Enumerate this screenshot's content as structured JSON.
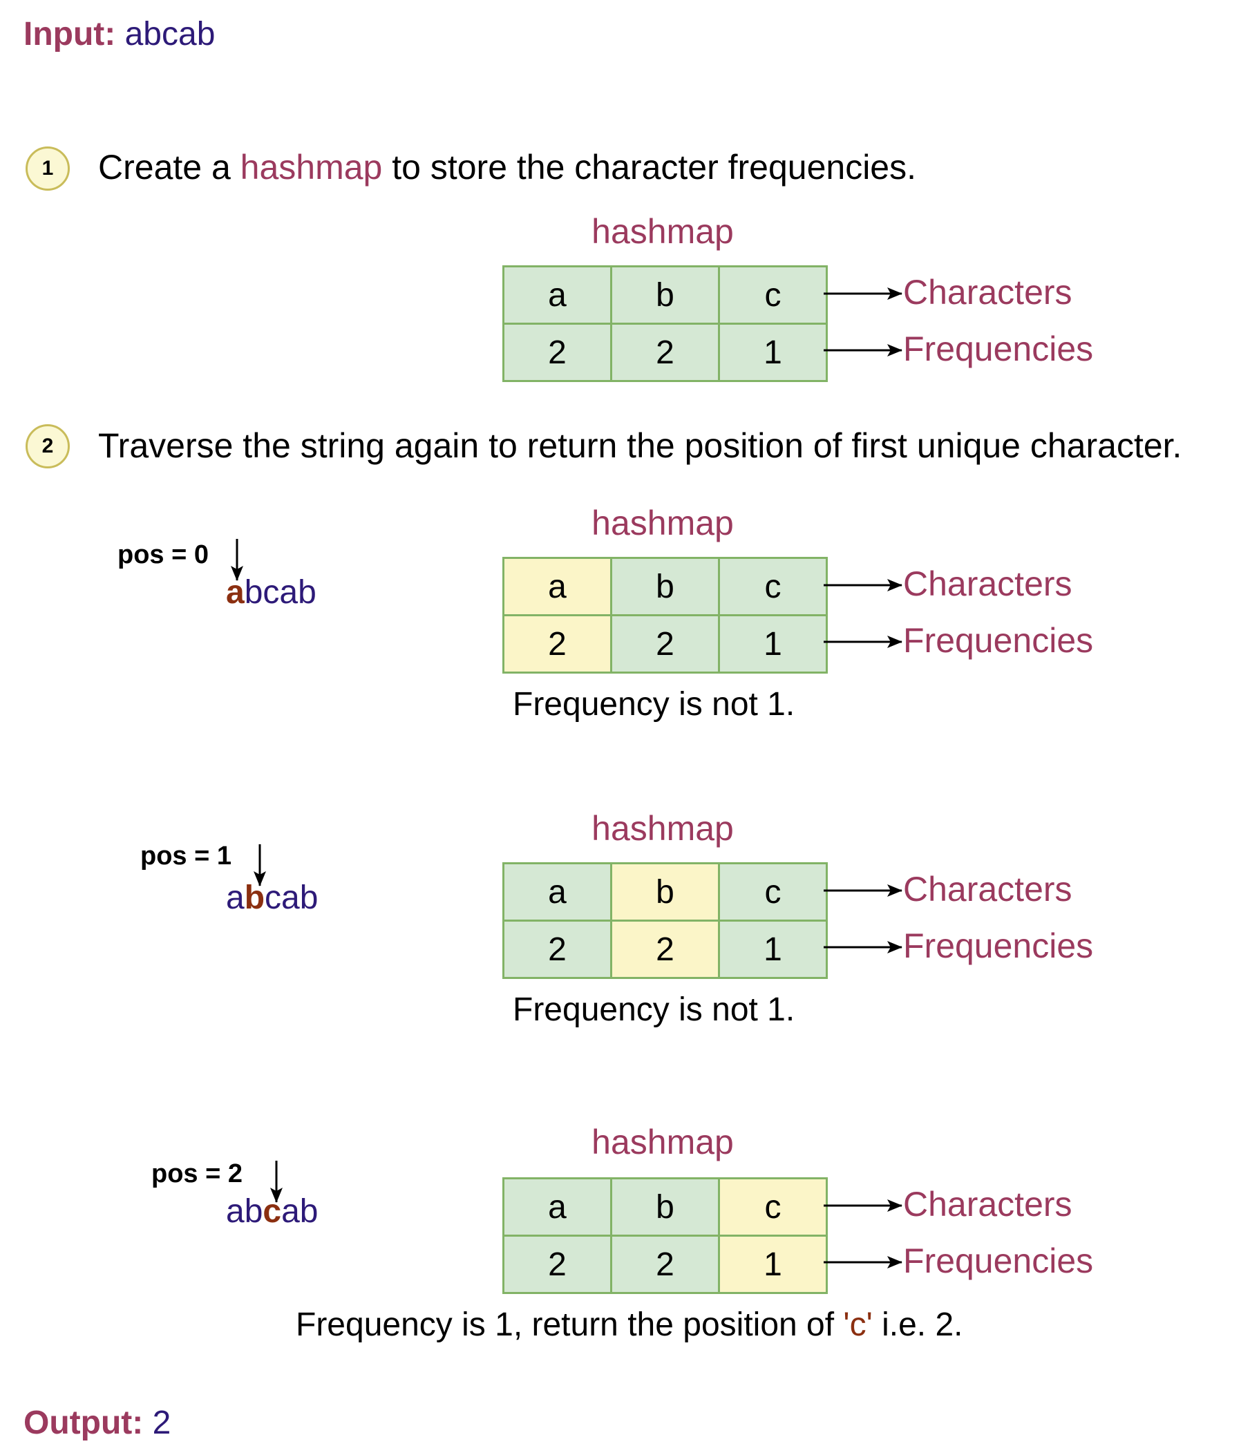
{
  "input": {
    "label": "Input:",
    "value": "abcab"
  },
  "output": {
    "label": "Output:",
    "value": "2"
  },
  "step1": {
    "number": "1",
    "text_before": "Create a ",
    "text_accent": "hashmap",
    "text_after": " to store the character frequencies."
  },
  "step2": {
    "number": "2",
    "text": "Traverse the string again to return the position of first unique character."
  },
  "table_labels": {
    "characters": "Characters",
    "frequencies": "Frequencies"
  },
  "hashmap": {
    "title": "hashmap",
    "characters": [
      "a",
      "b",
      "c"
    ],
    "frequencies": [
      "2",
      "2",
      "1"
    ]
  },
  "iterations": [
    {
      "pos_label": "pos = 0",
      "word_before": "",
      "word_current": "a",
      "word_after": "bcab",
      "highlight_index": 0,
      "note": "Frequency is not 1."
    },
    {
      "pos_label": "pos = 1",
      "word_before": "a",
      "word_current": "b",
      "word_after": "cab",
      "highlight_index": 1,
      "note": "Frequency is not 1."
    },
    {
      "pos_label": "pos = 2",
      "word_before": "ab",
      "word_current": "c",
      "word_after": "ab",
      "highlight_index": 2,
      "note_before": "Frequency is 1, return the position of ",
      "note_quote": "'c'",
      "note_after": " i.e. 2."
    }
  ],
  "colors": {
    "accent": "#9b3a5e",
    "value_text": "#2d1a78",
    "current_char": "#8b2f10",
    "cell_fill": "#d5e8d4",
    "cell_border": "#82b366",
    "highlight_fill": "#fbf5c8",
    "step_circle_fill": "#fbf8d4"
  }
}
